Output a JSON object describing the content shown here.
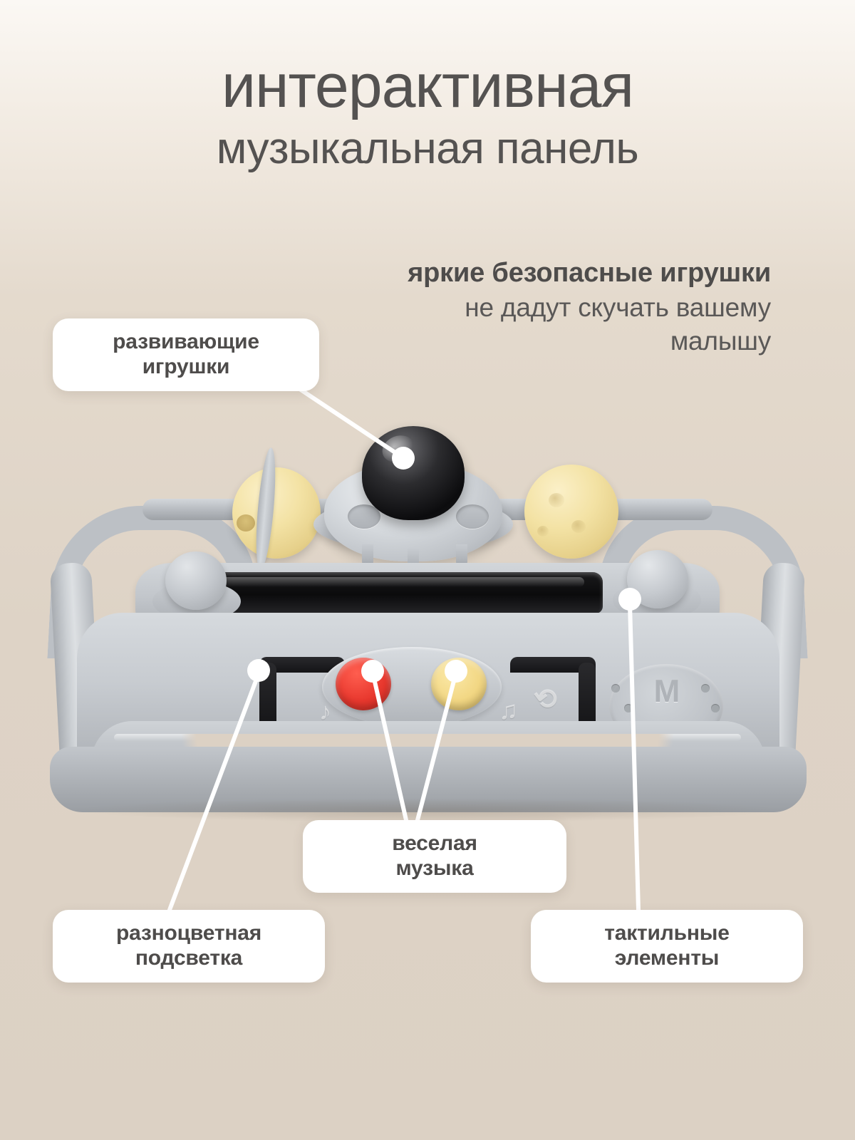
{
  "headline": {
    "line1": "интерактивная",
    "line2": "музыкальная панель"
  },
  "subheadline": {
    "bold": "яркие безопасные игрушки",
    "line2": "не дадут скучать вашему",
    "line3": "малышу"
  },
  "callouts": [
    {
      "id": "developing-toys",
      "line1": "развивающие",
      "line2": "игрушки"
    },
    {
      "id": "fun-music",
      "line1": "веселая",
      "line2": "музыка"
    },
    {
      "id": "colorful-light",
      "line1": "разноцветная",
      "line2": "подсветка"
    },
    {
      "id": "tactile-elements",
      "line1": "тактильные",
      "line2": "элементы"
    }
  ],
  "product": {
    "name": "interactive-music-panel",
    "speaker_mark": "M"
  },
  "colors": {
    "background_top": "#FBF8F4",
    "background_bottom": "#DCD1C4",
    "text": "#4E4C4B",
    "callout_bg": "#FFFFFF",
    "button_red": "#E8382E",
    "button_yellow": "#F2D784",
    "bead_yellow": "#F3E2A4",
    "plastic_gray": "#C6CACF",
    "light_strip_black": "#141416"
  }
}
